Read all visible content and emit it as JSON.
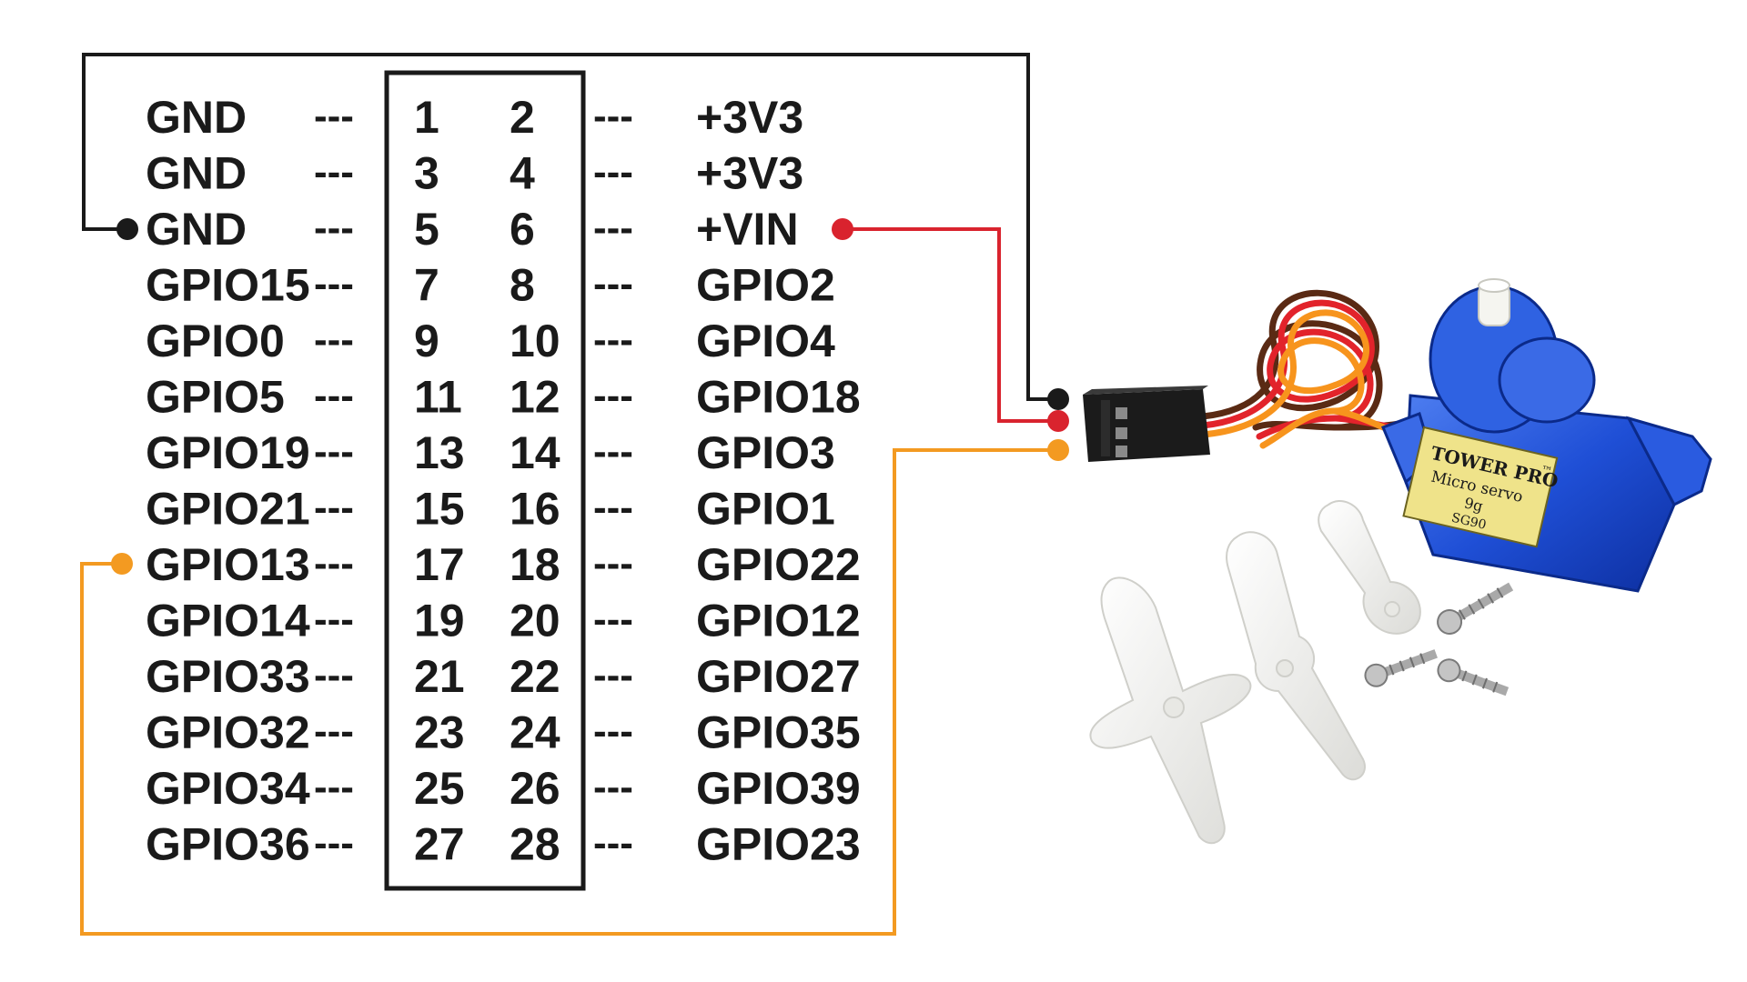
{
  "diagram": {
    "title": "ESP32 header pinout wired to micro servo",
    "separator": "---",
    "rows": [
      {
        "left_label": "GND",
        "left_pin": "1",
        "right_pin": "2",
        "right_label": "+3V3"
      },
      {
        "left_label": "GND",
        "left_pin": "3",
        "right_pin": "4",
        "right_label": "+3V3"
      },
      {
        "left_label": "GND",
        "left_pin": "5",
        "right_pin": "6",
        "right_label": "+VIN"
      },
      {
        "left_label": "GPIO15",
        "left_pin": "7",
        "right_pin": "8",
        "right_label": "GPIO2"
      },
      {
        "left_label": "GPIO0",
        "left_pin": "9",
        "right_pin": "10",
        "right_label": "GPIO4"
      },
      {
        "left_label": "GPIO5",
        "left_pin": "11",
        "right_pin": "12",
        "right_label": "GPIO18"
      },
      {
        "left_label": "GPIO19",
        "left_pin": "13",
        "right_pin": "14",
        "right_label": "GPIO3"
      },
      {
        "left_label": "GPIO21",
        "left_pin": "15",
        "right_pin": "16",
        "right_label": "GPIO1"
      },
      {
        "left_label": "GPIO13",
        "left_pin": "17",
        "right_pin": "18",
        "right_label": "GPIO22"
      },
      {
        "left_label": "GPIO14",
        "left_pin": "19",
        "right_pin": "20",
        "right_label": "GPIO12"
      },
      {
        "left_label": "GPIO33",
        "left_pin": "21",
        "right_pin": "22",
        "right_label": "GPIO27"
      },
      {
        "left_label": "GPIO32",
        "left_pin": "23",
        "right_pin": "24",
        "right_label": "GPIO35"
      },
      {
        "left_label": "GPIO34",
        "left_pin": "25",
        "right_pin": "26",
        "right_label": "GPIO39"
      },
      {
        "left_label": "GPIO36",
        "left_pin": "27",
        "right_pin": "28",
        "right_label": "GPIO23"
      }
    ],
    "wires": [
      {
        "name": "ground-wire",
        "from": "GND (pin 5)",
        "to": "servo brown lead",
        "color": "#1a1a1a"
      },
      {
        "name": "power-wire",
        "from": "+VIN (pin 6)",
        "to": "servo red lead",
        "color": "#d9232e"
      },
      {
        "name": "signal-wire",
        "from": "GPIO13 (pin 17)",
        "to": "servo orange lead",
        "color": "#f39a21"
      }
    ],
    "servo": {
      "brand": "TOWER PRO",
      "trademark": "™",
      "subtitle": "Micro servo",
      "weight": "9g",
      "model": "SG90",
      "body_color": "#1f4fd6",
      "lead_colors": [
        "#5a2a14",
        "#e2232b",
        "#f7941d"
      ]
    }
  },
  "colors": {
    "ink": "#1a1a1a",
    "ground": "#1a1a1a",
    "power": "#d9232e",
    "signal": "#f39a21",
    "servo_blue": "#1f4fd6",
    "horn_white": "#f2f2f0"
  }
}
